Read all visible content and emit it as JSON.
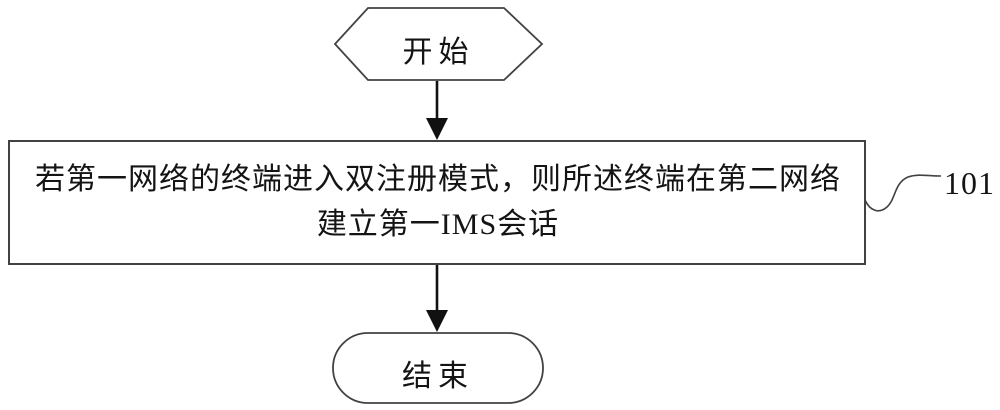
{
  "figure": {
    "type": "flowchart",
    "background_color": "#ffffff",
    "line_color": "#424242",
    "arrow_color": "#111111",
    "text_color": "#141414"
  },
  "flowchart": {
    "start": {
      "shape": "hexagon",
      "label": "开始"
    },
    "process": {
      "shape": "rectangle",
      "ref": "101",
      "line1": "若第一网络的终端进入双注册模式，则所述终端在第二网络",
      "line2": "建立第一IMS会话"
    },
    "end": {
      "shape": "stadium",
      "label": "结束"
    }
  }
}
